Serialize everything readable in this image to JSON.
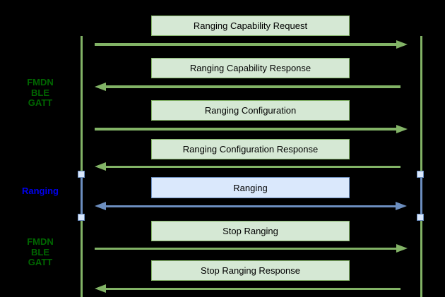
{
  "diagram_type": "sequence",
  "colors": {
    "background": "#000000",
    "green_fill": "#d5e8d4",
    "green_stroke": "#82b366",
    "blue_fill": "#dae8fc",
    "blue_stroke": "#6c8ebf",
    "side_label_green": "#006600",
    "side_label_blue": "#0000ee",
    "box_text": "#000000"
  },
  "side_labels": [
    {
      "lines": [
        "FMDN",
        "BLE",
        "GATT"
      ],
      "color": "green"
    },
    {
      "lines": [
        "Ranging"
      ],
      "color": "blue"
    },
    {
      "lines": [
        "FMDN",
        "BLE",
        "GATT"
      ],
      "color": "green"
    }
  ],
  "messages": [
    {
      "label": "Ranging Capability Request",
      "direction": "right",
      "style": "green"
    },
    {
      "label": "Ranging Capability Response",
      "direction": "left",
      "style": "green"
    },
    {
      "label": "Ranging Configuration",
      "direction": "right",
      "style": "green"
    },
    {
      "label": "Ranging Configuration Response",
      "direction": "left",
      "style": "green"
    },
    {
      "label": "Ranging",
      "direction": "both",
      "style": "blue"
    },
    {
      "label": "Stop Ranging",
      "direction": "right",
      "style": "green"
    },
    {
      "label": "Stop Ranging Response",
      "direction": "left",
      "style": "green"
    }
  ]
}
